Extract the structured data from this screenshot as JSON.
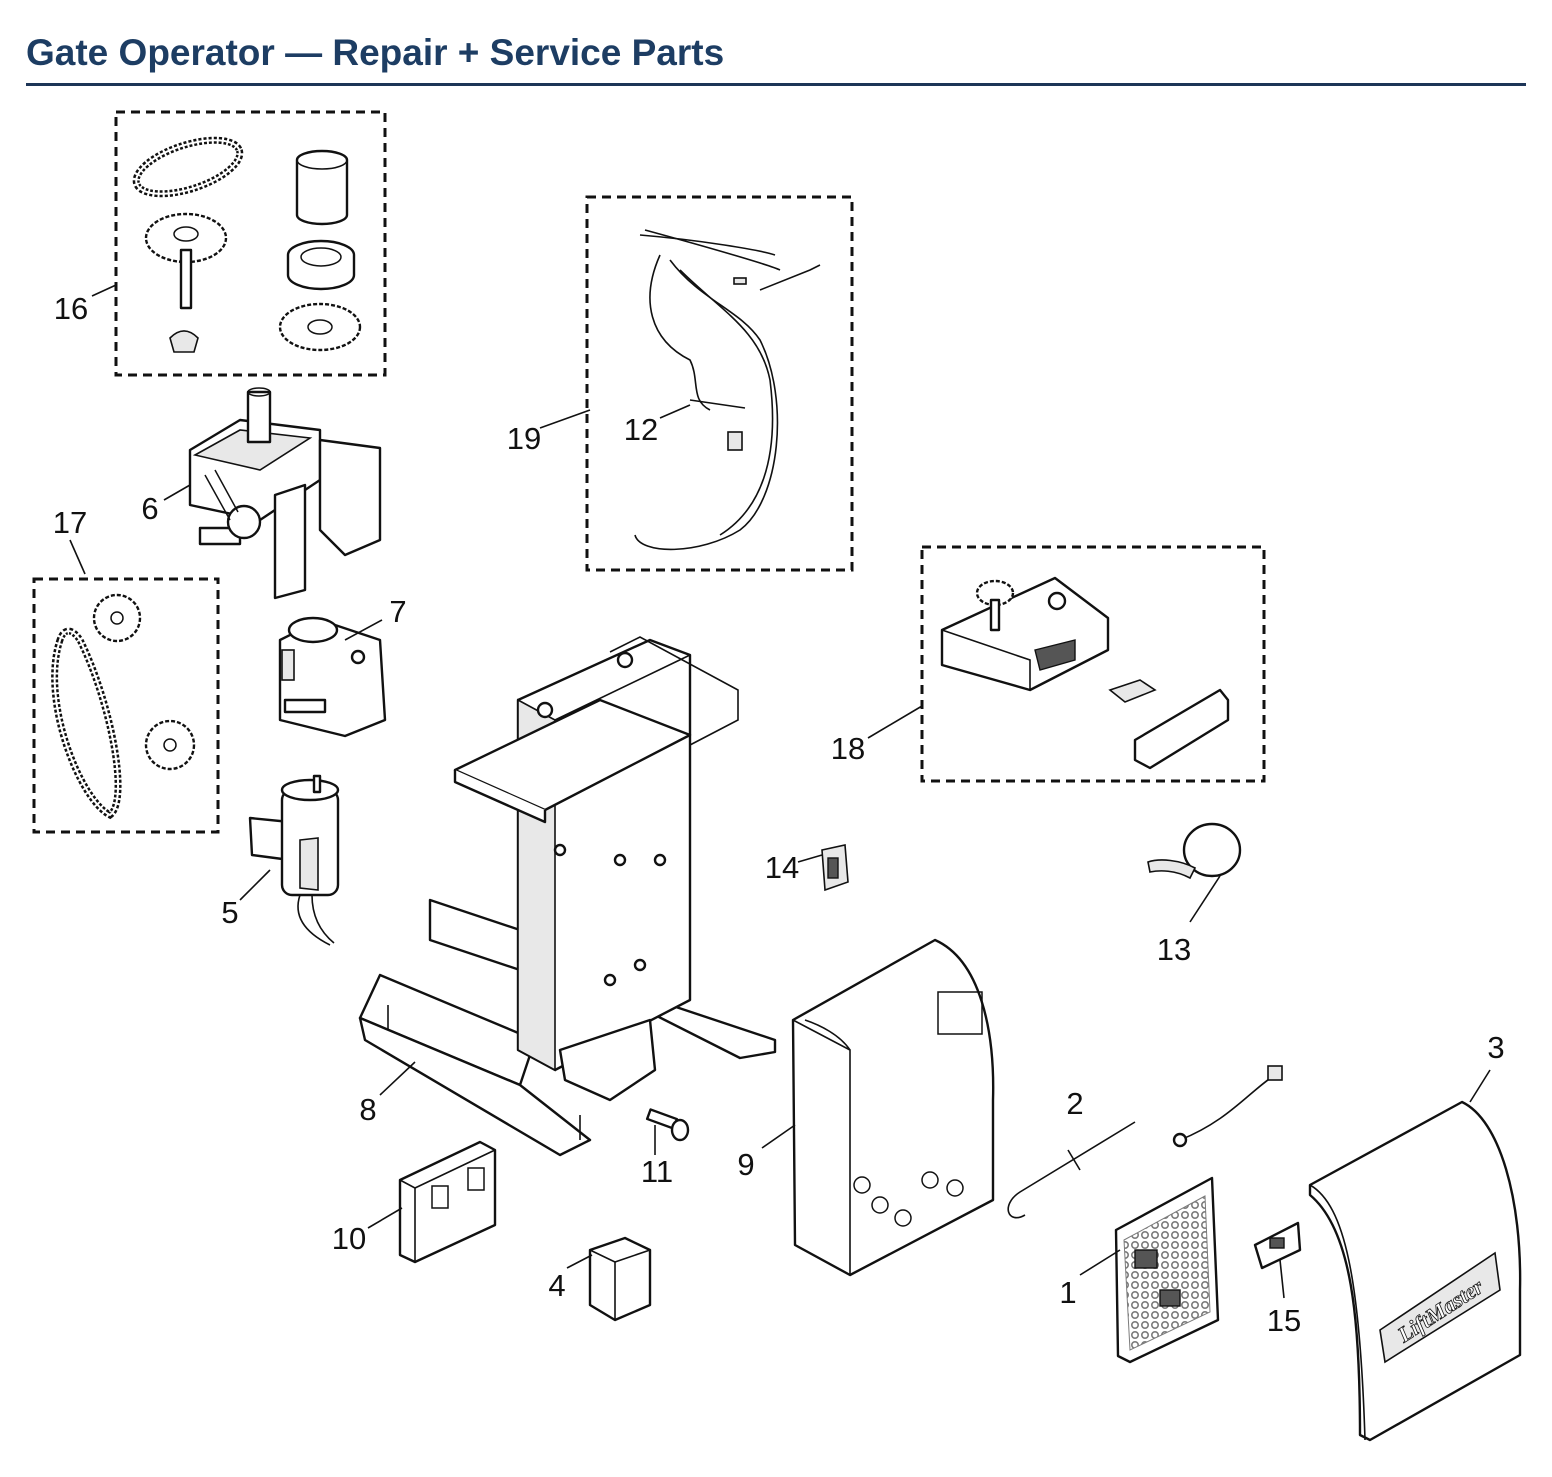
{
  "page": {
    "title": "Gate Operator — Repair + Service Parts",
    "accent_color": "#1d3d63",
    "rule_color": "#1d3557"
  },
  "callouts": [
    "1",
    "2",
    "3",
    "4",
    "5",
    "6",
    "7",
    "8",
    "9",
    "10",
    "11",
    "12",
    "13",
    "14",
    "15",
    "16",
    "17",
    "18",
    "19"
  ],
  "parts": [
    {
      "ref": "1",
      "icon": "control-board-icon"
    },
    {
      "ref": "2",
      "icon": "cable-rod-icon"
    },
    {
      "ref": "3",
      "icon": "cover-icon"
    },
    {
      "ref": "4",
      "icon": "transformer-icon"
    },
    {
      "ref": "5",
      "icon": "motor-icon"
    },
    {
      "ref": "6",
      "icon": "gearbox-icon"
    },
    {
      "ref": "7",
      "icon": "small-gearbox-icon"
    },
    {
      "ref": "8",
      "icon": "chassis-frame-icon"
    },
    {
      "ref": "9",
      "icon": "electrical-box-icon"
    },
    {
      "ref": "10",
      "icon": "outlet-icon"
    },
    {
      "ref": "11",
      "icon": "knob-icon"
    },
    {
      "ref": "12",
      "icon": "wire-connector-icon"
    },
    {
      "ref": "13",
      "icon": "capacitor-icon"
    },
    {
      "ref": "14",
      "icon": "switch-icon"
    },
    {
      "ref": "15",
      "icon": "small-board-icon"
    },
    {
      "ref": "16",
      "icon": "chain-sprocket-kit-icon"
    },
    {
      "ref": "17",
      "icon": "chain-kit-icon"
    },
    {
      "ref": "18",
      "icon": "limit-assembly-icon"
    },
    {
      "ref": "19",
      "icon": "wire-harness-icon"
    }
  ],
  "cover_logo_text": "LiftMaster"
}
